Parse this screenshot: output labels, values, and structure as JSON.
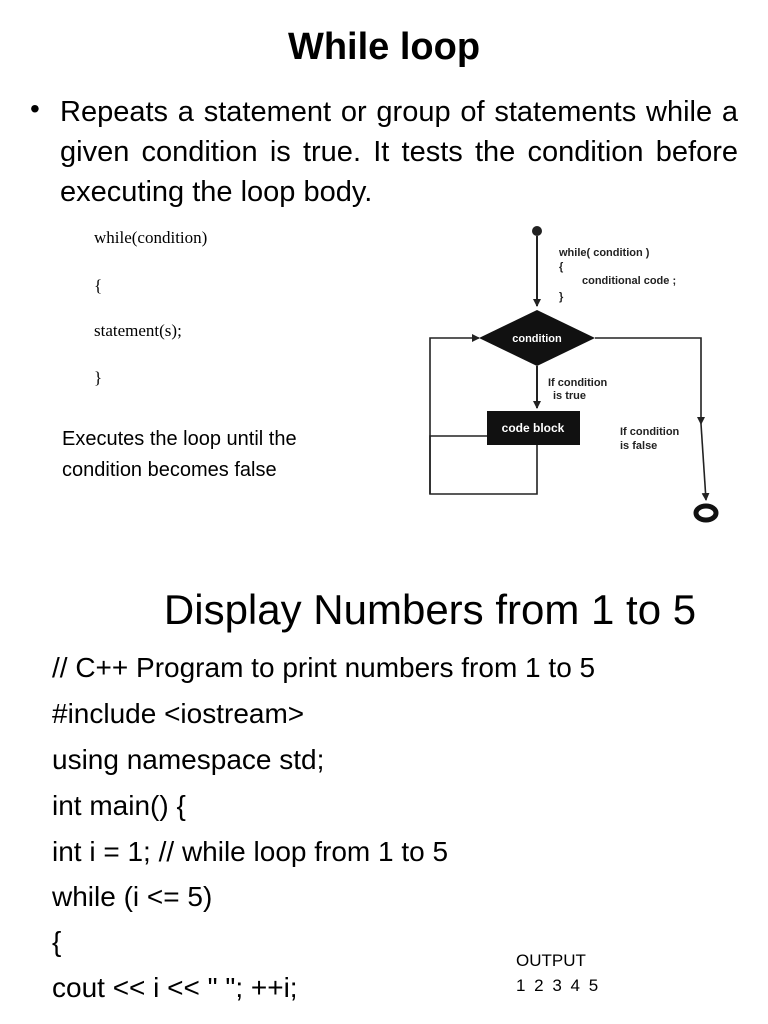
{
  "slide1": {
    "title": "While loop",
    "bullet": "Repeats a statement or group of statements while a given condition is true. It tests the condition before executing the loop body.",
    "syntax": [
      "while(condition)",
      "{",
      "statement(s);",
      "}"
    ],
    "note_lines": [
      "Executes the loop until the",
      "condition becomes false"
    ]
  },
  "flowchart": {
    "code_line1": "while( condition )",
    "code_line2": "{",
    "code_line3": "conditional code ;",
    "code_line4": "}",
    "decision": "condition",
    "true_line1": "If condition",
    "true_line2": "is true",
    "block": "code block",
    "false_line1": "If condition",
    "false_line2": "is false"
  },
  "slide2": {
    "title": "Display Numbers from 1 to 5",
    "code": [
      "// C++ Program to print numbers from 1 to 5",
      "#include <iostream>",
      "using namespace std;",
      "int main() {",
      "int i = 1; // while loop from 1 to 5",
      "while (i <= 5)",
      "{",
      "cout << i << \" \"; ++i;"
    ],
    "output_label": "OUTPUT",
    "output_value": "1 2 3 4 5"
  }
}
